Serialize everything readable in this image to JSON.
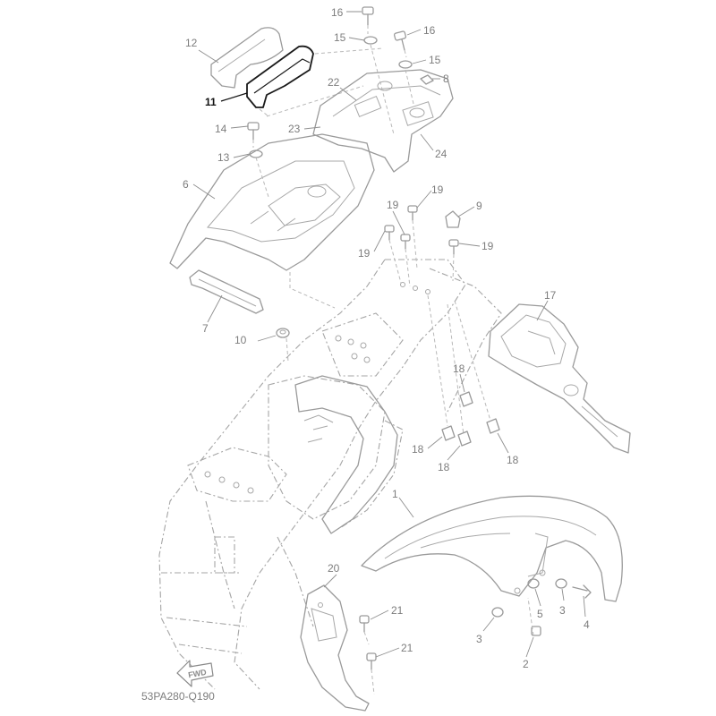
{
  "diagram": {
    "code": "53PA280-Q190",
    "fwd_label": "FWD",
    "highlighted_part": "11",
    "callouts": [
      {
        "id": "c16a",
        "label": "16"
      },
      {
        "id": "c16b",
        "label": "16"
      },
      {
        "id": "c15a",
        "label": "15"
      },
      {
        "id": "c15b",
        "label": "15"
      },
      {
        "id": "c12",
        "label": "12"
      },
      {
        "id": "c11",
        "label": "11"
      },
      {
        "id": "c8",
        "label": "8"
      },
      {
        "id": "c22",
        "label": "22"
      },
      {
        "id": "c23",
        "label": "23"
      },
      {
        "id": "c24",
        "label": "24"
      },
      {
        "id": "c14",
        "label": "14"
      },
      {
        "id": "c13",
        "label": "13"
      },
      {
        "id": "c6",
        "label": "6"
      },
      {
        "id": "c9",
        "label": "9"
      },
      {
        "id": "c19a",
        "label": "19"
      },
      {
        "id": "c19b",
        "label": "19"
      },
      {
        "id": "c19c",
        "label": "19"
      },
      {
        "id": "c19d",
        "label": "19"
      },
      {
        "id": "c7",
        "label": "7"
      },
      {
        "id": "c10",
        "label": "10"
      },
      {
        "id": "c17",
        "label": "17"
      },
      {
        "id": "c18a",
        "label": "18"
      },
      {
        "id": "c18b",
        "label": "18"
      },
      {
        "id": "c18c",
        "label": "18"
      },
      {
        "id": "c18d",
        "label": "18"
      },
      {
        "id": "c1",
        "label": "1"
      },
      {
        "id": "c20",
        "label": "20"
      },
      {
        "id": "c21a",
        "label": "21"
      },
      {
        "id": "c21b",
        "label": "21"
      },
      {
        "id": "c5",
        "label": "5"
      },
      {
        "id": "c3a",
        "label": "3"
      },
      {
        "id": "c3b",
        "label": "3"
      },
      {
        "id": "c4",
        "label": "4"
      },
      {
        "id": "c2",
        "label": "2"
      }
    ]
  }
}
